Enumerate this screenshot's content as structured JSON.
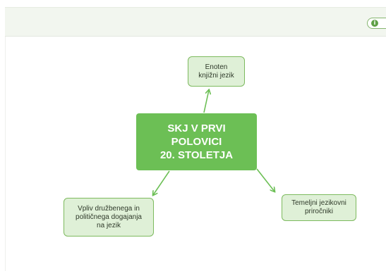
{
  "header": {
    "info_icon": "info-icon",
    "info_glyph": "i"
  },
  "mindmap": {
    "central": "SKJ V PRVI\nPOLOVICI\n20. STOLETJA",
    "nodes": {
      "top": "Enoten\nknjižni jezik",
      "right": "Temeljni jezikovni\npriročniki",
      "left": "Vpliv družbenega in\npolitičnega dogajanja\nna jezik"
    }
  },
  "colors": {
    "central_fill": "#6cbf55",
    "node_fill": "#dff0d7",
    "node_border": "#7dba5e",
    "connector": "#6cbf55",
    "header_bg": "#f2f6ef"
  }
}
